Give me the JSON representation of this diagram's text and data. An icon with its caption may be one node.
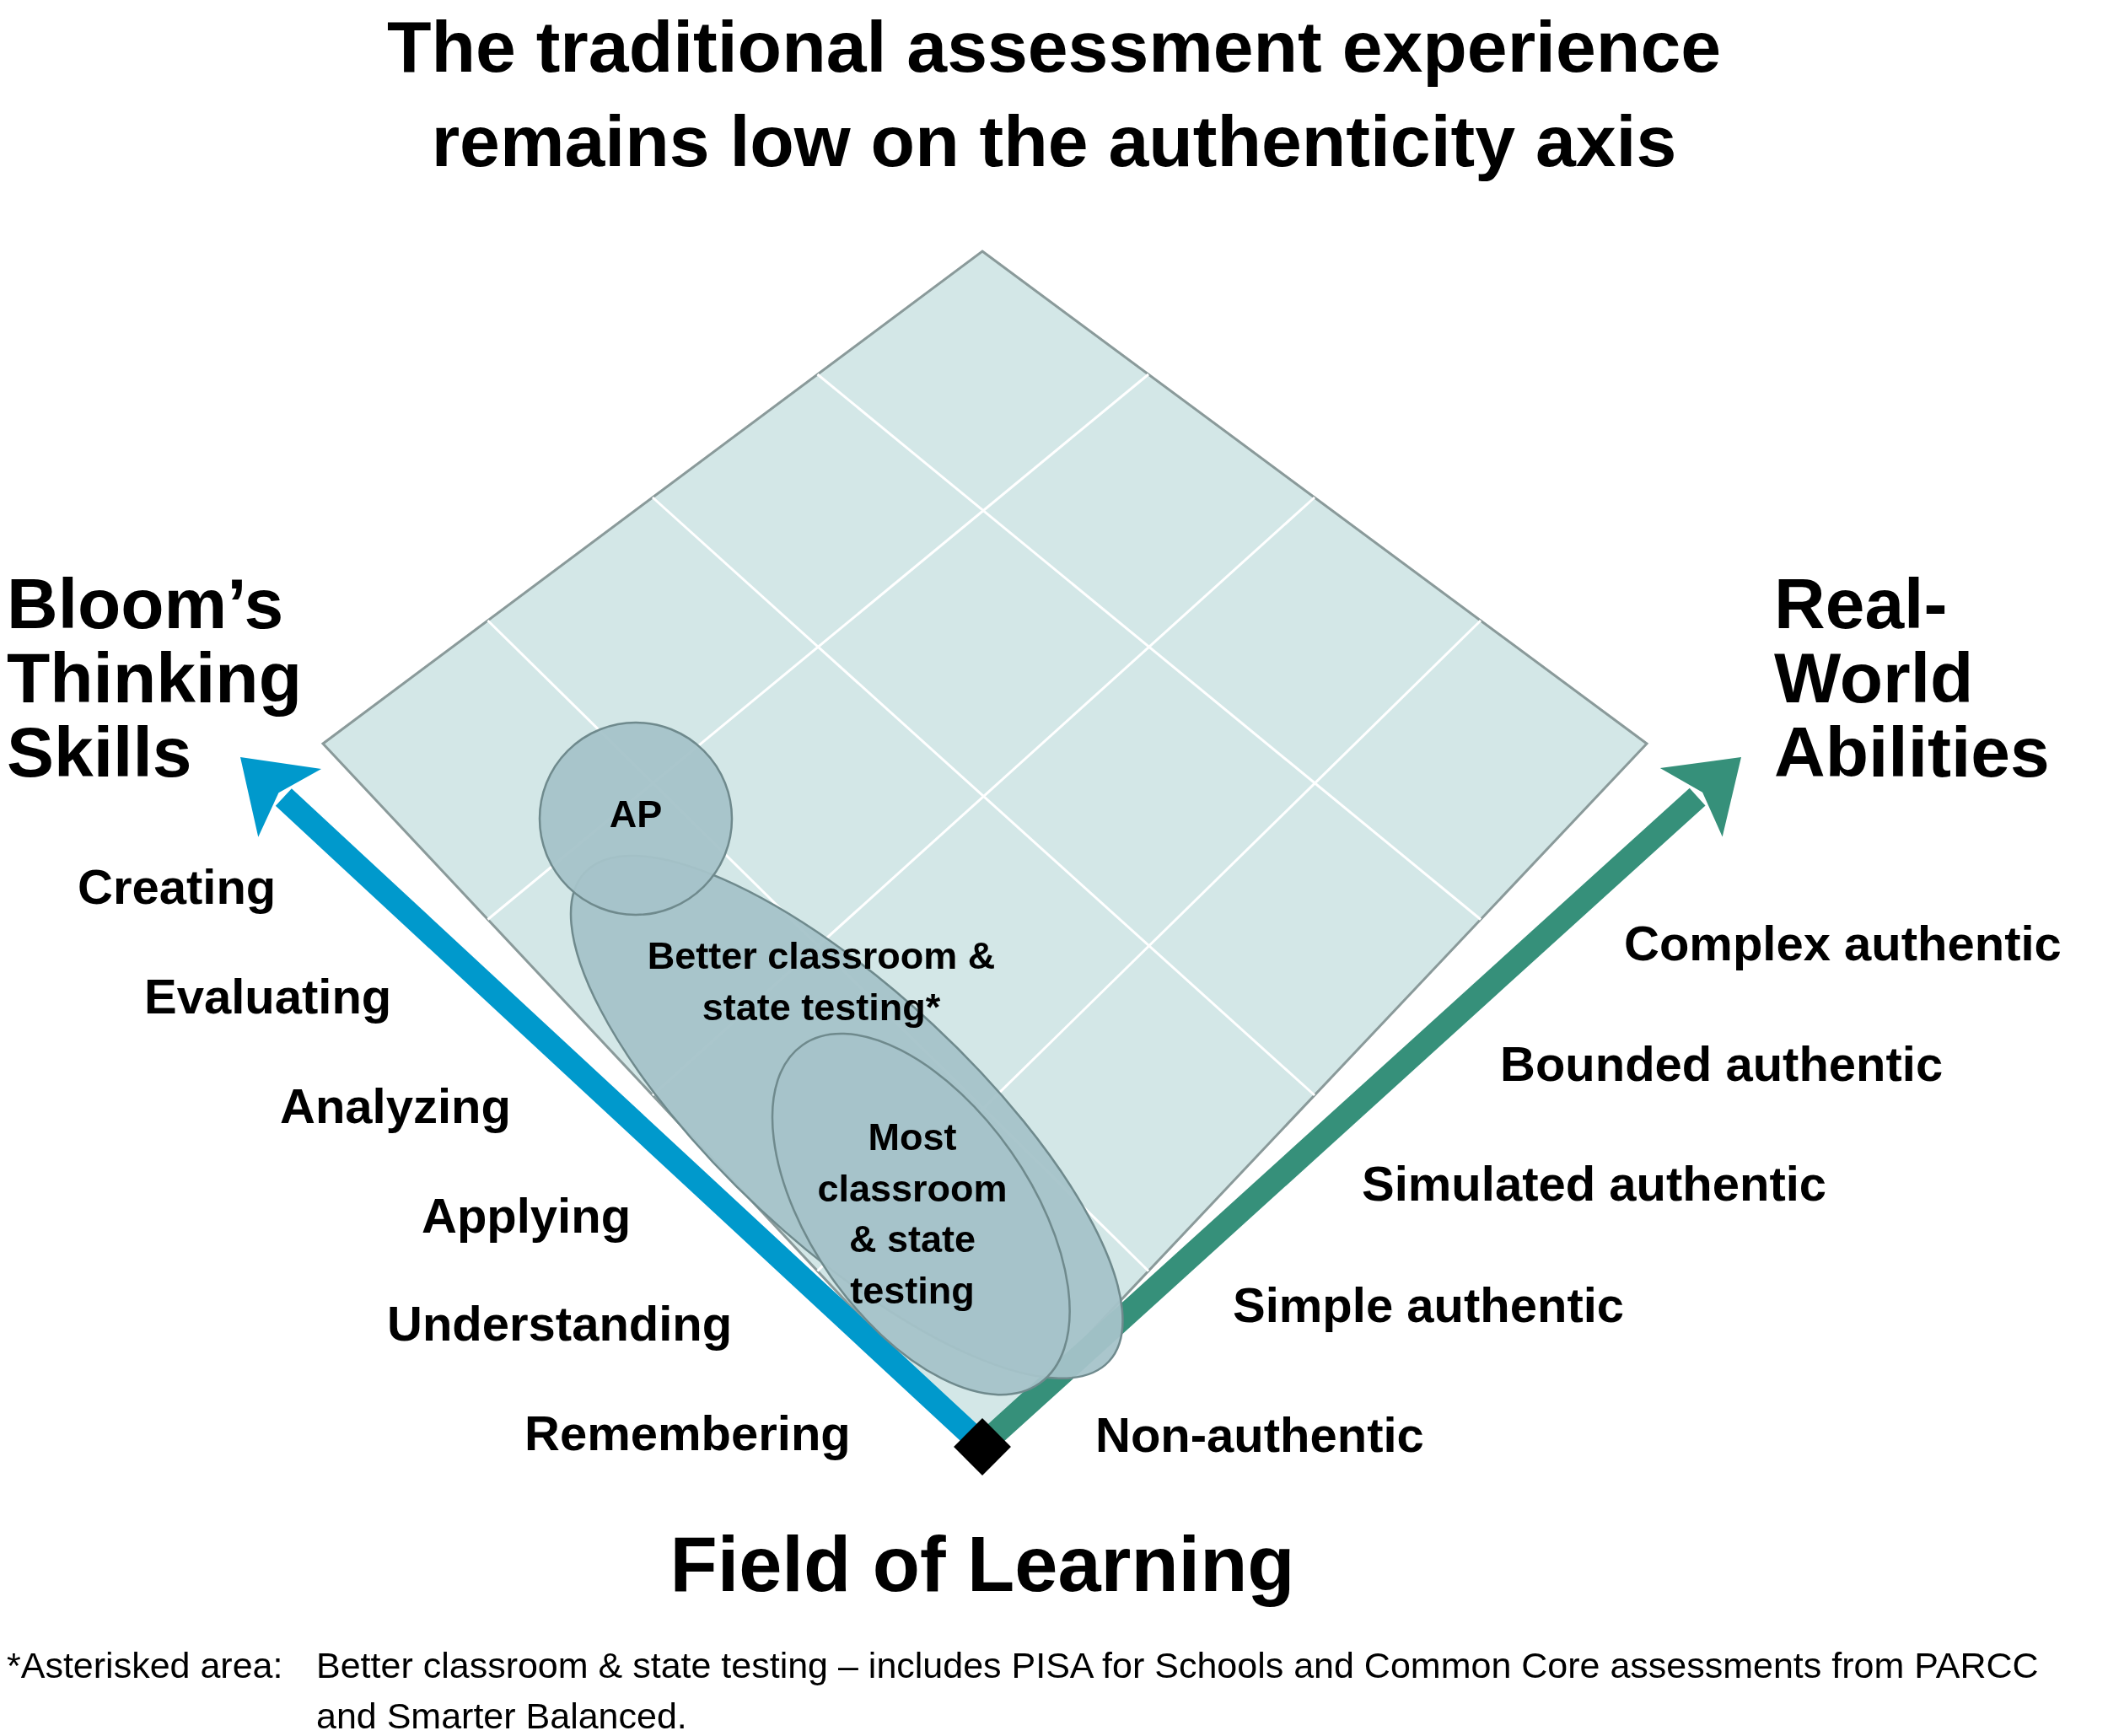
{
  "diagram": {
    "title": "The traditional assessment experience remains low on the authenticity axis",
    "nodes": [
      {
        "text": [
          "AP"
        ]
      },
      {
        "text": [
          "Better classroom & state testing*"
        ]
      },
      {
        "text": [
          "Most classroom & state testing"
        ],
        "in": 1
      }
    ],
    "labels": [
      "Bloom’s Thinking Skills",
      "Real-World Abilities",
      "Creating",
      "Evaluating",
      "Analyzing",
      "Applying",
      "Understanding",
      "Remembering",
      "Complex authentic",
      "Bounded authentic",
      "Simulated authentic",
      "Simple authentic",
      "Non-authentic",
      "Field of Learning",
      "*Asterisked area:",
      "Better classroom & state testing – includes PISA for Schools and Common Core assessments from PARCC and Smarter Balanced."
    ]
  }
}
